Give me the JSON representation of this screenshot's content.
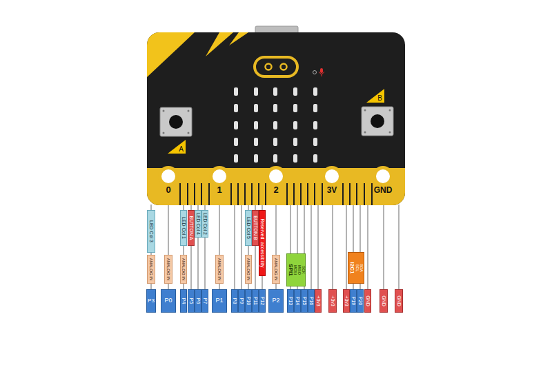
{
  "diagram": {
    "nodes": [
      {
        "text": [
          "B"
        ]
      },
      {
        "text": [
          "A"
        ]
      },
      {
        "text": [
          "LED Col 3"
        ]
      },
      {
        "text": [
          "LED Col 1"
        ]
      },
      {
        "text": [
          "BUTTON A"
        ]
      },
      {
        "text": [
          "LED Col 4"
        ]
      },
      {
        "text": [
          "LED Col 2"
        ]
      },
      {
        "text": [
          "LED Col 5"
        ]
      },
      {
        "text": [
          "BUTTON B"
        ]
      },
      {
        "text": [
          "Reserved: accessibility"
        ]
      },
      {
        "text": [
          "ANALOG IN"
        ]
      },
      {
        "text": [
          "ANALOG IN"
        ]
      },
      {
        "text": [
          "ANALOG IN"
        ]
      },
      {
        "text": [
          "ANALOG IN"
        ]
      },
      {
        "text": [
          "ANALOG IN"
        ]
      },
      {
        "text": [
          "ANALOG IN"
        ]
      },
      {
        "text": [
          "SCK",
          "MISO",
          "MOSI",
          "SPI1"
        ]
      },
      {
        "text": [
          "SDA",
          "SCL",
          "I2C1"
        ]
      },
      {
        "text": [
          "P3"
        ]
      },
      {
        "text": [
          "P0"
        ]
      },
      {
        "text": [
          "P4"
        ]
      },
      {
        "text": [
          "P5"
        ]
      },
      {
        "text": [
          "P6"
        ]
      },
      {
        "text": [
          "P7"
        ]
      },
      {
        "text": [
          "P1"
        ]
      },
      {
        "text": [
          "P8"
        ]
      },
      {
        "text": [
          "P9"
        ]
      },
      {
        "text": [
          "P10"
        ]
      },
      {
        "text": [
          "P11"
        ]
      },
      {
        "text": [
          "P12"
        ]
      },
      {
        "text": [
          "P2"
        ]
      },
      {
        "text": [
          "P13"
        ]
      },
      {
        "text": [
          "P14"
        ]
      },
      {
        "text": [
          "P15"
        ]
      },
      {
        "text": [
          "P16"
        ]
      },
      {
        "text": [
          "+3v3"
        ]
      },
      {
        "text": [
          "+3v3"
        ]
      },
      {
        "text": [
          "+3v3"
        ]
      },
      {
        "text": [
          "P19"
        ]
      },
      {
        "text": [
          "P20"
        ]
      },
      {
        "text": [
          "GND"
        ]
      },
      {
        "text": [
          "GND"
        ]
      },
      {
        "text": [
          "GND"
        ]
      }
    ],
    "labels": [
      "0",
      "1",
      "2",
      "3V",
      "GND"
    ]
  }
}
